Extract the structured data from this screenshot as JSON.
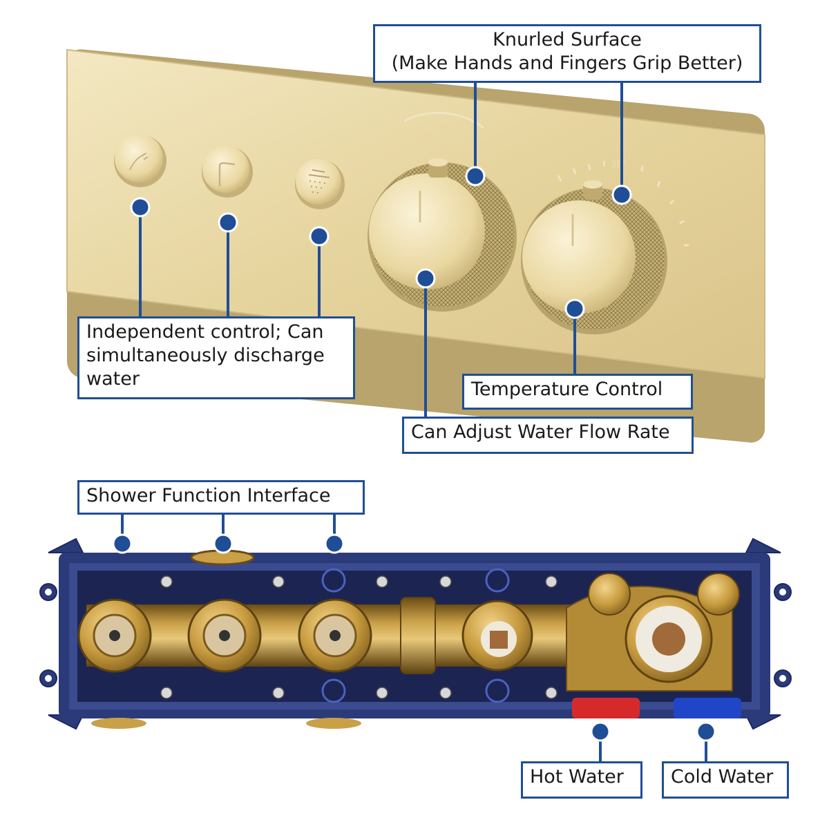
{
  "labels": {
    "knurled_title": "Knurled Surface",
    "knurled_sub": "(Make Hands and Fingers Grip Better)",
    "independent_line1": "Independent control; Can",
    "independent_line2": "simultaneously discharge",
    "independent_line3": "water",
    "temperature": "Temperature Control",
    "flow": "Can Adjust Water Flow Rate",
    "shower_interface": "Shower Function Interface",
    "hot": "Hot Water",
    "cold": "Cold Water"
  },
  "dial_marking": "38°",
  "colors": {
    "callout_blue": "#1f4e96",
    "brass_plate": "#e8d9a6",
    "housing_blue": "#2b3a78",
    "hot_red": "#d62a2a",
    "cold_blue": "#1f46c8"
  },
  "icons": [
    "handheld-shower-icon",
    "spout-icon",
    "rain-shower-icon"
  ]
}
